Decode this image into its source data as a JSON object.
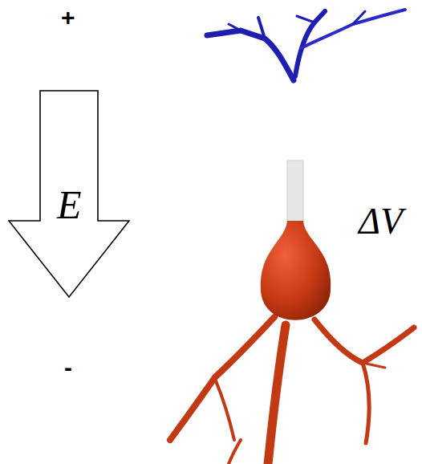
{
  "diagram": {
    "nodes": [
      {
        "text": [
          "E"
        ]
      }
    ],
    "labels": [
      "+",
      "-",
      "ΔV"
    ]
  }
}
